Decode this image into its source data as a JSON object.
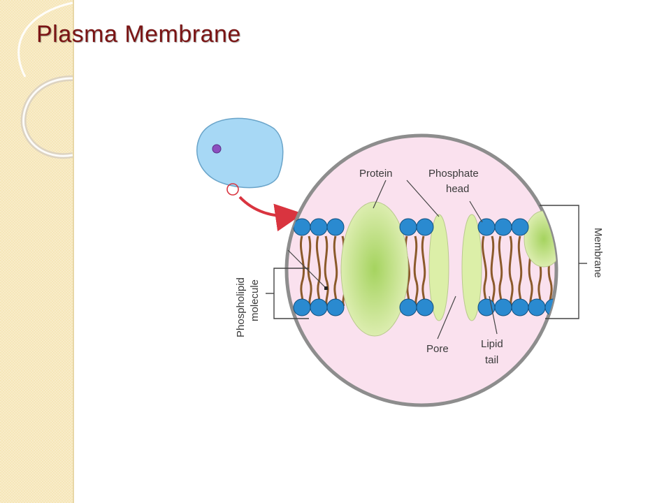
{
  "slide": {
    "title": "Plasma Membrane",
    "theme_colors": {
      "title": "#7a1414",
      "sidebar": "#f6e6b8"
    }
  },
  "diagram": {
    "labels": {
      "protein": "Protein",
      "phosphate_head_1": "Phosphate",
      "phosphate_head_2": "head",
      "membrane": "Membrane",
      "phospholipid_1": "Phospholipid",
      "phospholipid_2": "molecule",
      "pore": "Pore",
      "lipid_tail_1": "Lipid",
      "lipid_tail_2": "tail"
    },
    "colors": {
      "cell_fill": "#a7d8f5",
      "nucleus": "#8c4fbf",
      "zoom_marker": "#d9343f",
      "arrow": "#d9343f",
      "circle_fill": "#fae1ee",
      "circle_ring": "#8d8d8d",
      "phosphate_head": "#2a8ad0",
      "lipid_tail": "#8b5a2b",
      "protein_fill": "#cfe89a",
      "protein_center": "#a8d46a"
    }
  }
}
